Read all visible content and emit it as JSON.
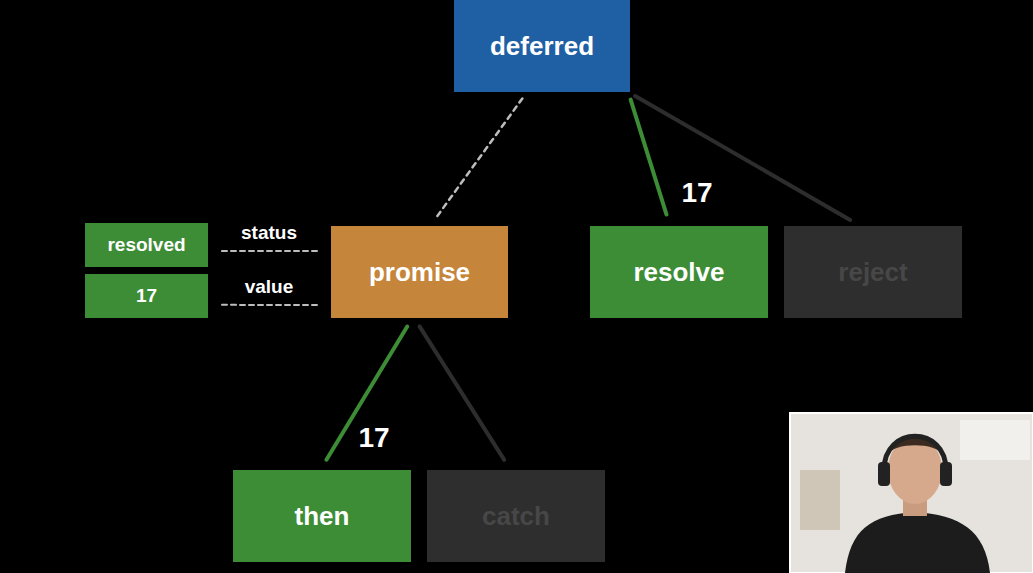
{
  "diagram": {
    "nodes": [
      {
        "text": [
          "deferred"
        ]
      },
      {
        "text": [
          "resolved"
        ]
      },
      {
        "text": [
          "17"
        ]
      },
      {
        "text": [
          "promise"
        ]
      },
      {
        "text": [
          "resolve"
        ]
      },
      {
        "text": [
          "reject"
        ]
      },
      {
        "text": [
          "then"
        ]
      },
      {
        "text": [
          "catch"
        ]
      }
    ],
    "edges": [
      {
        "from": 0,
        "to": 3,
        "arrow": "none"
      },
      {
        "from": 0,
        "to": 4,
        "label": "17",
        "arrow": "none"
      },
      {
        "from": 0,
        "to": 5,
        "arrow": "none"
      },
      {
        "from": 1,
        "to": 3,
        "label": "status",
        "arrow": "none"
      },
      {
        "from": 2,
        "to": 3,
        "label": "value",
        "arrow": "none"
      },
      {
        "from": 3,
        "to": 6,
        "label": "17",
        "arrow": "none"
      },
      {
        "from": 3,
        "to": 7,
        "arrow": "none"
      }
    ]
  }
}
